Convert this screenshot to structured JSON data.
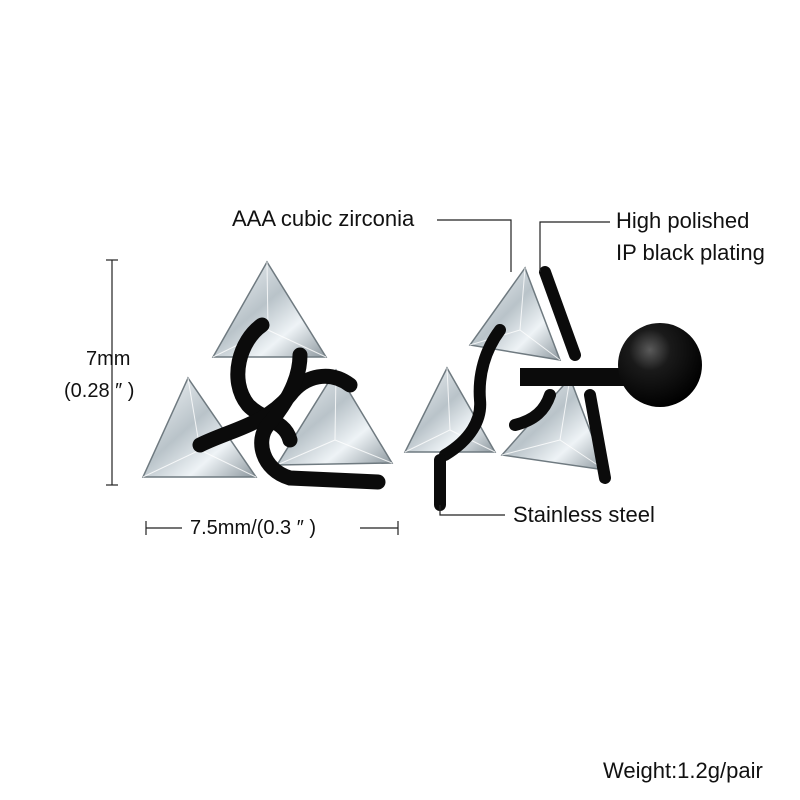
{
  "dimensions": {
    "height_mm": "7mm",
    "height_in": "(0.28 ″ )",
    "width": "7.5mm/(0.3 ″ )"
  },
  "callouts": {
    "stone": "AAA cubic zirconia",
    "plating_line1": "High polished",
    "plating_line2": "IP black plating",
    "material": "Stainless steel"
  },
  "weight": "Weight:1.2g/pair",
  "colors": {
    "metal": "#0b0b0b",
    "stone": "#dfe6ea",
    "background": "#ffffff"
  }
}
